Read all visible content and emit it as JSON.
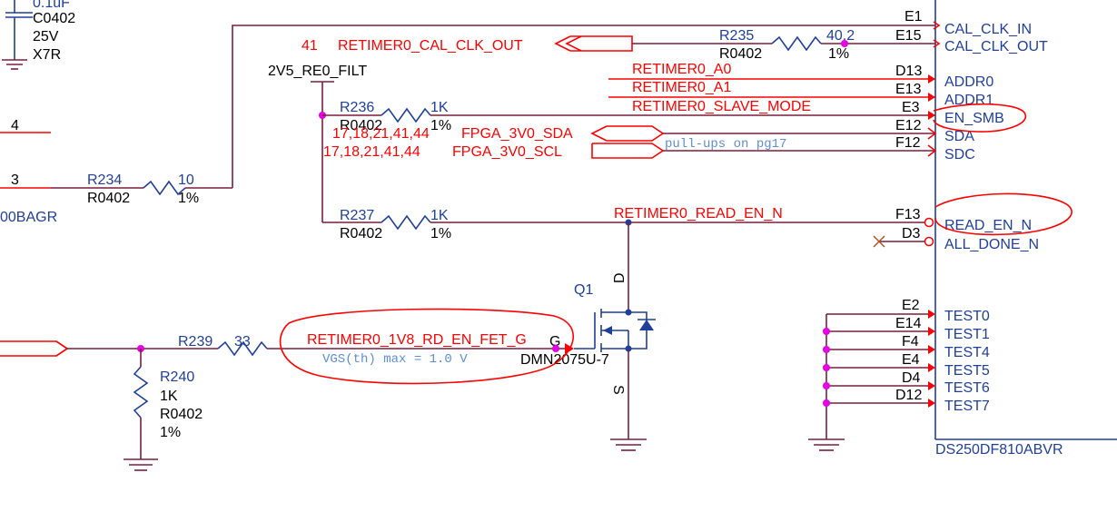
{
  "topleft_cap": {
    "value": "0.1uF",
    "package": "C0402",
    "voltage": "25V",
    "dielectric": "X7R"
  },
  "left_pins": {
    "pin4": "4",
    "pin3": "3",
    "part_suffix": "00BAGR"
  },
  "r234": {
    "ref": "R234",
    "value": "10",
    "package": "R0402",
    "tol": "1%"
  },
  "r235": {
    "ref": "R235",
    "value": "40.2",
    "package": "R0402",
    "tol": "1%"
  },
  "r236": {
    "ref": "R236",
    "value": "1K",
    "package": "R0402",
    "tol": "1%"
  },
  "r237": {
    "ref": "R237",
    "value": "1K",
    "package": "R0402",
    "tol": "1%"
  },
  "r239": {
    "ref": "R239",
    "value": "33"
  },
  "r240": {
    "ref": "R240",
    "value": "1K",
    "package": "R0402",
    "tol": "1%"
  },
  "nets": {
    "cal_clk_out_sheet": "41",
    "cal_clk_out": "RETIMER0_CAL_CLK_OUT",
    "filt": "2V5_RE0_FILT",
    "a0": "RETIMER0_A0",
    "a1": "RETIMER0_A1",
    "slave": "RETIMER0_SLAVE_MODE",
    "sda_sheets": "17,18,21,41,44",
    "sda": "FPGA_3V0_SDA",
    "scl_sheets": "17,18,21,41,44",
    "scl": "FPGA_3V0_SCL",
    "pullup_note": "pull-ups on pg17",
    "read_en": "RETIMER0_READ_EN_N",
    "fet_gate": "RETIMER0_1V8_RD_EN_FET_G",
    "vgs_note": "VGS(th) max = 1.0 V"
  },
  "q1": {
    "ref": "Q1",
    "part": "DMN2075U-7",
    "d": "D",
    "s": "S",
    "g": "G"
  },
  "ic": {
    "part": "DS250DF810ABVR",
    "pins": [
      {
        "num": "E1",
        "name": "CAL_CLK_IN"
      },
      {
        "num": "E15",
        "name": "CAL_CLK_OUT"
      },
      {
        "num": "D13",
        "name": "ADDR0"
      },
      {
        "num": "E13",
        "name": "ADDR1"
      },
      {
        "num": "E3",
        "name": "EN_SMB"
      },
      {
        "num": "E12",
        "name": "SDA"
      },
      {
        "num": "F12",
        "name": "SDC"
      },
      {
        "num": "F13",
        "name": "READ_EN_N"
      },
      {
        "num": "D3",
        "name": "ALL_DONE_N"
      },
      {
        "num": "E2",
        "name": "TEST0"
      },
      {
        "num": "E14",
        "name": "TEST1"
      },
      {
        "num": "F4",
        "name": "TEST4"
      },
      {
        "num": "E4",
        "name": "TEST5"
      },
      {
        "num": "D4",
        "name": "TEST6"
      },
      {
        "num": "D12",
        "name": "TEST7"
      }
    ]
  }
}
